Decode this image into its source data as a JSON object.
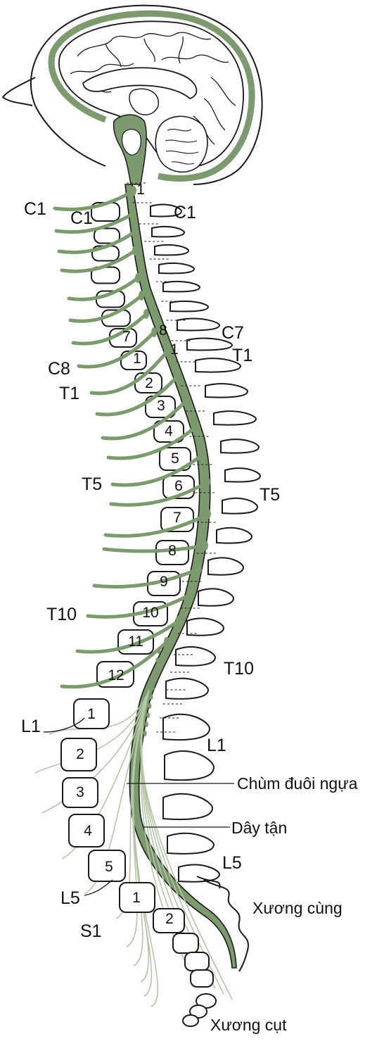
{
  "colors": {
    "cord": "#7d9a6e",
    "cord_light": "#b5c7a7",
    "outline": "#1a1a1a"
  },
  "labels": {
    "c1_nerve": "C1",
    "c1_vert_front": "C1",
    "c1_vert_back": "C1",
    "c7": "C7",
    "t1_back": "T1",
    "c8": "C8",
    "t1_nerve": "T1",
    "t5_nerve": "T5",
    "t5_back": "T5",
    "t10_nerve": "T10",
    "t10_back": "T10",
    "l1_nerve": "L1",
    "l1_back": "L1",
    "cauda_equina": "Chùm đuôi ngựa",
    "filum_terminale": "Dây tận",
    "l5_back": "L5",
    "l5_nerve": "L5",
    "sacrum": "Xương cùng",
    "s1": "S1",
    "coccyx": "Xương cụt"
  },
  "vertebra_numbers": {
    "c1": "1",
    "c7": "7",
    "c8": "8",
    "t1_a": "1",
    "t1_b": "1",
    "t2": "2",
    "t3": "3",
    "t4": "4",
    "t5": "5",
    "t6": "6",
    "t7": "7",
    "t8": "8",
    "t9": "9",
    "t10": "10",
    "t11": "11",
    "t12": "12",
    "l1": "1",
    "l2": "2",
    "l3": "3",
    "l4": "4",
    "l5": "5",
    "s1": "1",
    "s2": "2"
  }
}
